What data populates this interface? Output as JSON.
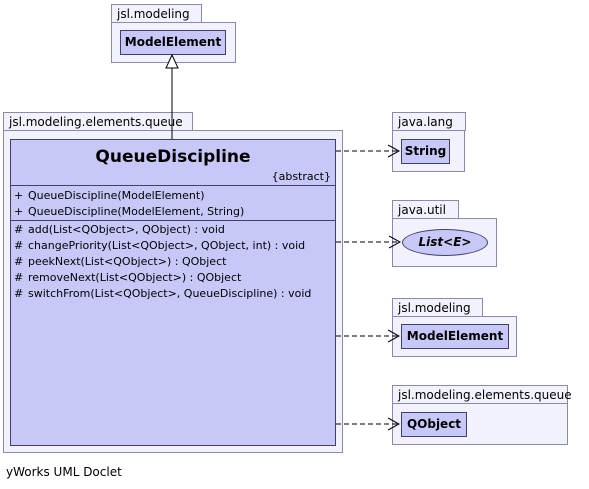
{
  "packages": {
    "top": {
      "name": "jsl.modeling",
      "class_name": "ModelElement"
    },
    "main": {
      "name": "jsl.modeling.elements.queue"
    },
    "java_lang": {
      "name": "java.lang",
      "class_name": "String"
    },
    "java_util": {
      "name": "java.util",
      "interface_name": "List<E>"
    },
    "jsl_modeling": {
      "name": "jsl.modeling",
      "class_name": "ModelElement"
    },
    "queue": {
      "name": "jsl.modeling.elements.queue",
      "class_name": "QObject"
    }
  },
  "main_class": {
    "name": "QueueDiscipline",
    "stereotype": "{abstract}",
    "constructors": [
      {
        "visibility": "+",
        "signature": "QueueDiscipline(ModelElement)"
      },
      {
        "visibility": "+",
        "signature": "QueueDiscipline(ModelElement, String)"
      }
    ],
    "methods": [
      {
        "visibility": "#",
        "signature": "add(List<QObject>, QObject) : void"
      },
      {
        "visibility": "#",
        "signature": "changePriority(List<QObject>, QObject, int) : void"
      },
      {
        "visibility": "#",
        "signature": "peekNext(List<QObject>) : QObject"
      },
      {
        "visibility": "#",
        "signature": "removeNext(List<QObject>) : QObject"
      },
      {
        "visibility": "#",
        "signature": "switchFrom(List<QObject>, QueueDiscipline) : void"
      }
    ]
  },
  "footer": "yWorks UML Doclet",
  "colors": {
    "package_fill": "#f2f2fc",
    "class_fill": "#c8c8f8",
    "border": "#40406a"
  }
}
